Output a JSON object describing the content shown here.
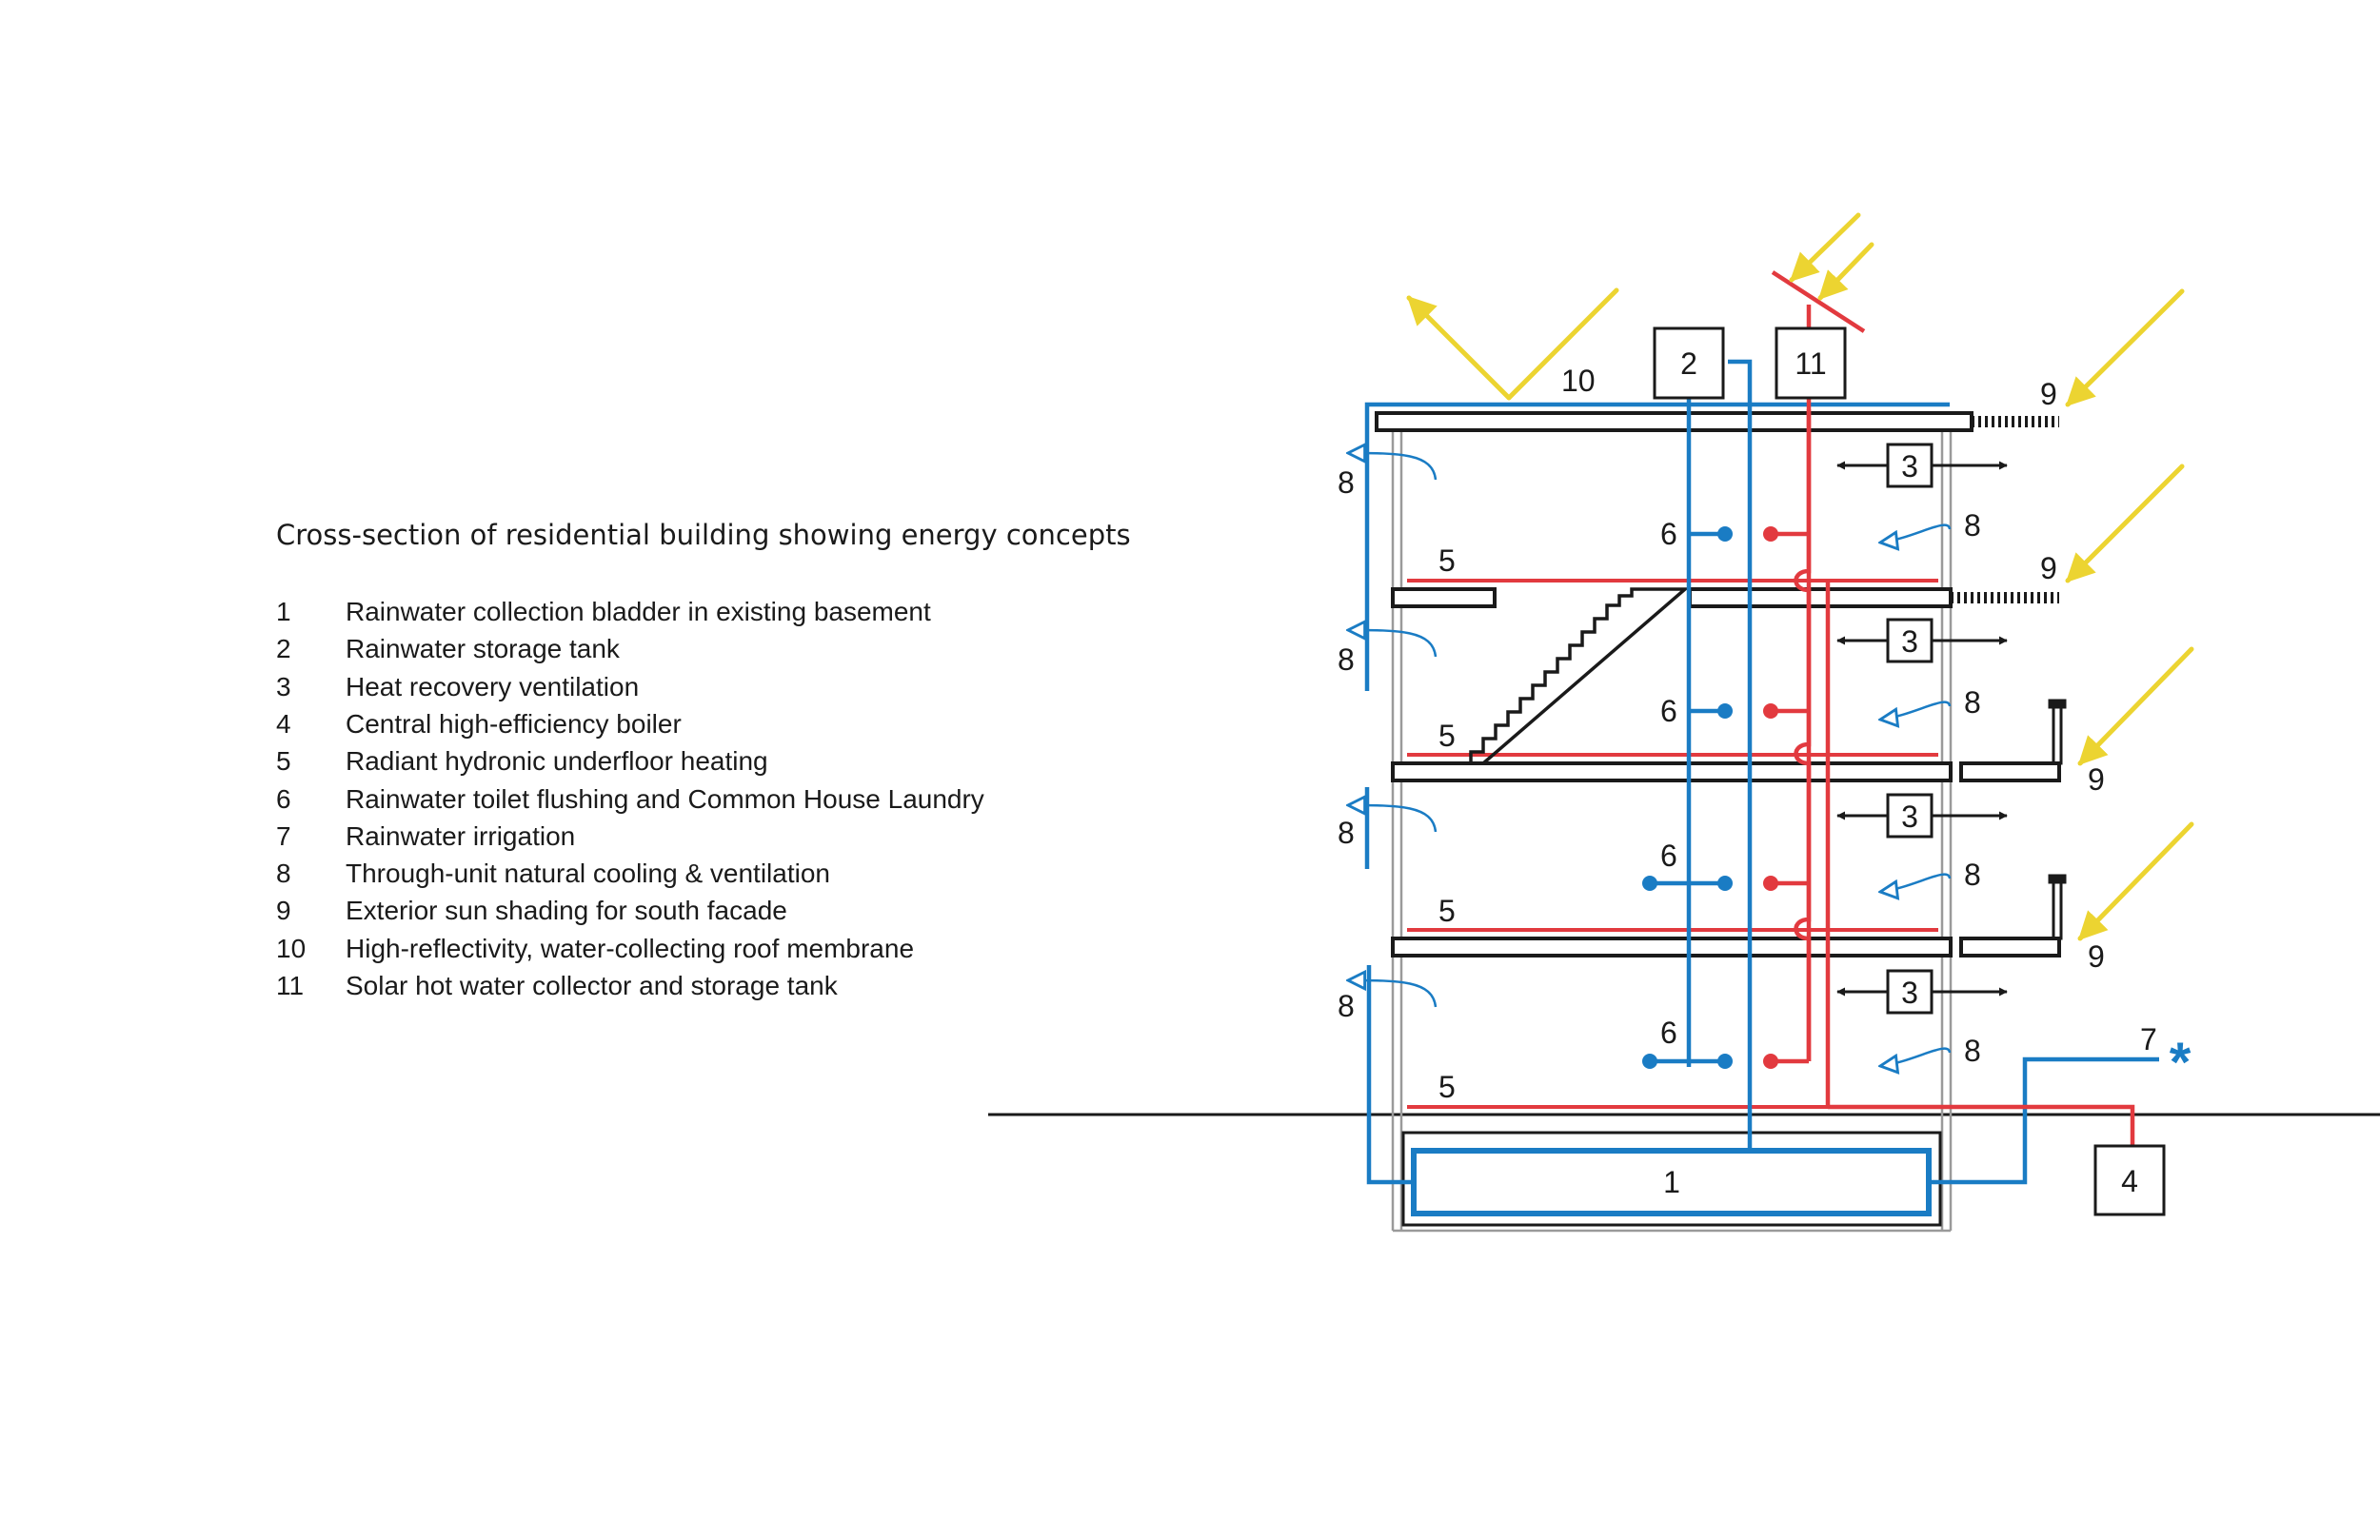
{
  "title": "Cross-section of residential building showing energy concepts",
  "legend": [
    {
      "num": "1",
      "text": "Rainwater collection bladder in existing basement"
    },
    {
      "num": "2",
      "text": "Rainwater storage tank"
    },
    {
      "num": "3",
      "text": "Heat recovery ventilation"
    },
    {
      "num": "4",
      "text": "Central high-efficiency boiler"
    },
    {
      "num": "5",
      "text": "Radiant hydronic underfloor heating"
    },
    {
      "num": "6",
      "text": "Rainwater toilet flushing and Common House Laundry"
    },
    {
      "num": "7",
      "text": "Rainwater irrigation"
    },
    {
      "num": "8",
      "text": "Through-unit natural cooling & ventilation"
    },
    {
      "num": "9",
      "text": "Exterior sun shading for south facade"
    },
    {
      "num": "10",
      "text": "High-reflectivity, water-collecting roof membrane"
    },
    {
      "num": "11",
      "text": "Solar hot water collector and storage tank"
    }
  ],
  "diagram_labels": {
    "bladder": "1",
    "tank": "2",
    "hrv": "3",
    "boiler": "4",
    "heating": "5",
    "flushing": "6",
    "irrigation": "7",
    "ventilation": "8",
    "shading": "9",
    "roof": "10",
    "solar": "11"
  },
  "colors": {
    "rainwater": "#1a7cc4",
    "hot_water": "#e23a3f",
    "sunlight": "#ecd431",
    "structure": "#1a1a1a"
  }
}
